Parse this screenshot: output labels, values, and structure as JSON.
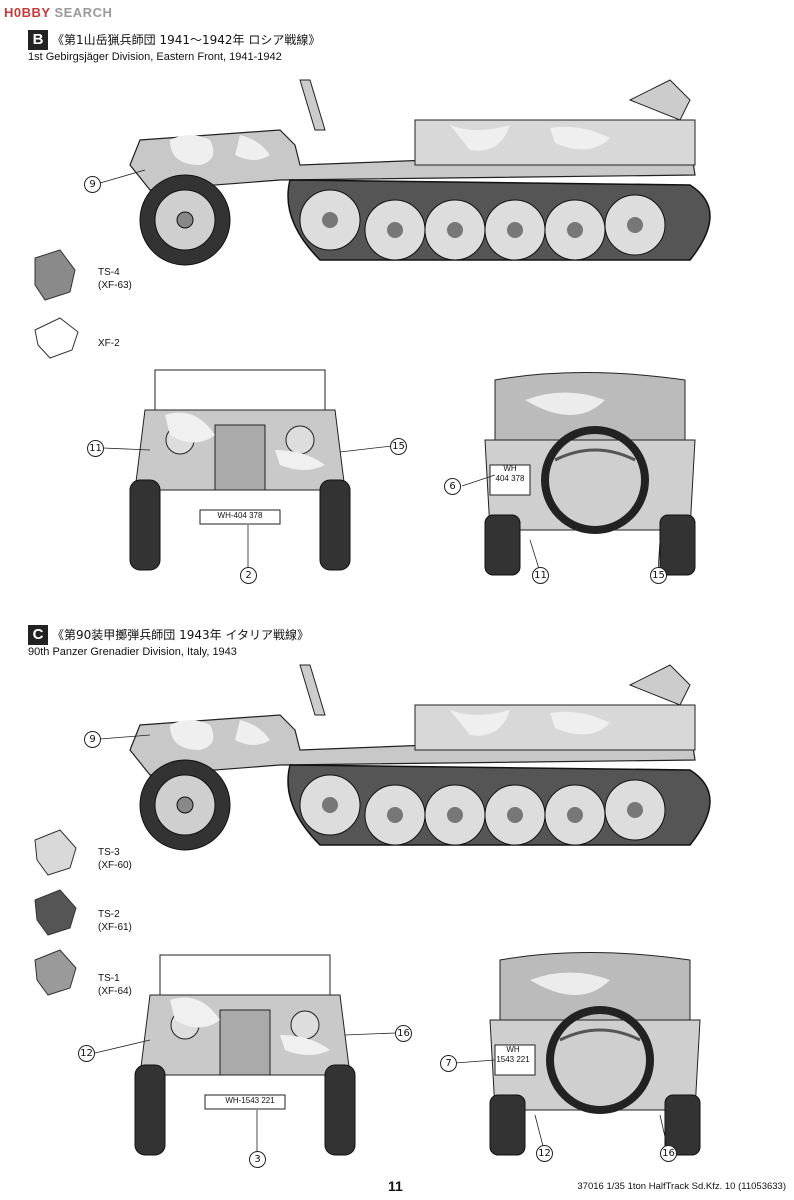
{
  "watermark": {
    "hobby": "H0BBY",
    "search": " SEARCH"
  },
  "sections": [
    {
      "letter": "B",
      "title_jp": "《第1山岳猟兵師団 1941〜1942年 ロシア戦線》",
      "title_en": "1st Gebirgsjäger Division, Eastern Front, 1941-1942",
      "plate_front": "WH-404 378",
      "plate_rear_1": "WH",
      "plate_rear_2": "404 378",
      "swatches": [
        {
          "name": "TS-4",
          "code": "(XF-63)",
          "color": "#8a8a8a"
        },
        {
          "name": "XF-2",
          "code": "",
          "color": "#ffffff"
        }
      ],
      "callouts": {
        "side": "9",
        "front_l": "11",
        "front_r": "15",
        "front_b": "2",
        "rear_l": "6",
        "rear_b1": "11",
        "rear_b2": "15"
      }
    },
    {
      "letter": "C",
      "title_jp": "《第90装甲擲弾兵師団 1943年 イタリア戦線》",
      "title_en": "90th Panzer Grenadier Division, Italy, 1943",
      "plate_front": "WH-1543 221",
      "plate_rear_1": "WH",
      "plate_rear_2": "1543 221",
      "swatches": [
        {
          "name": "TS-3",
          "code": "(XF-60)",
          "color": "#d9d9d9"
        },
        {
          "name": "TS-2",
          "code": "(XF-61)",
          "color": "#555555"
        },
        {
          "name": "TS-1",
          "code": "(XF-64)",
          "color": "#9a9a9a"
        }
      ],
      "callouts": {
        "side": "9",
        "front_l": "12",
        "front_r": "16",
        "front_b": "3",
        "rear_l": "7",
        "rear_b1": "12",
        "rear_b2": "16"
      }
    }
  ],
  "page_number": "11",
  "footer": "37016  1/35 1ton HalfTrack Sd.Kfz. 10 (11053633)"
}
